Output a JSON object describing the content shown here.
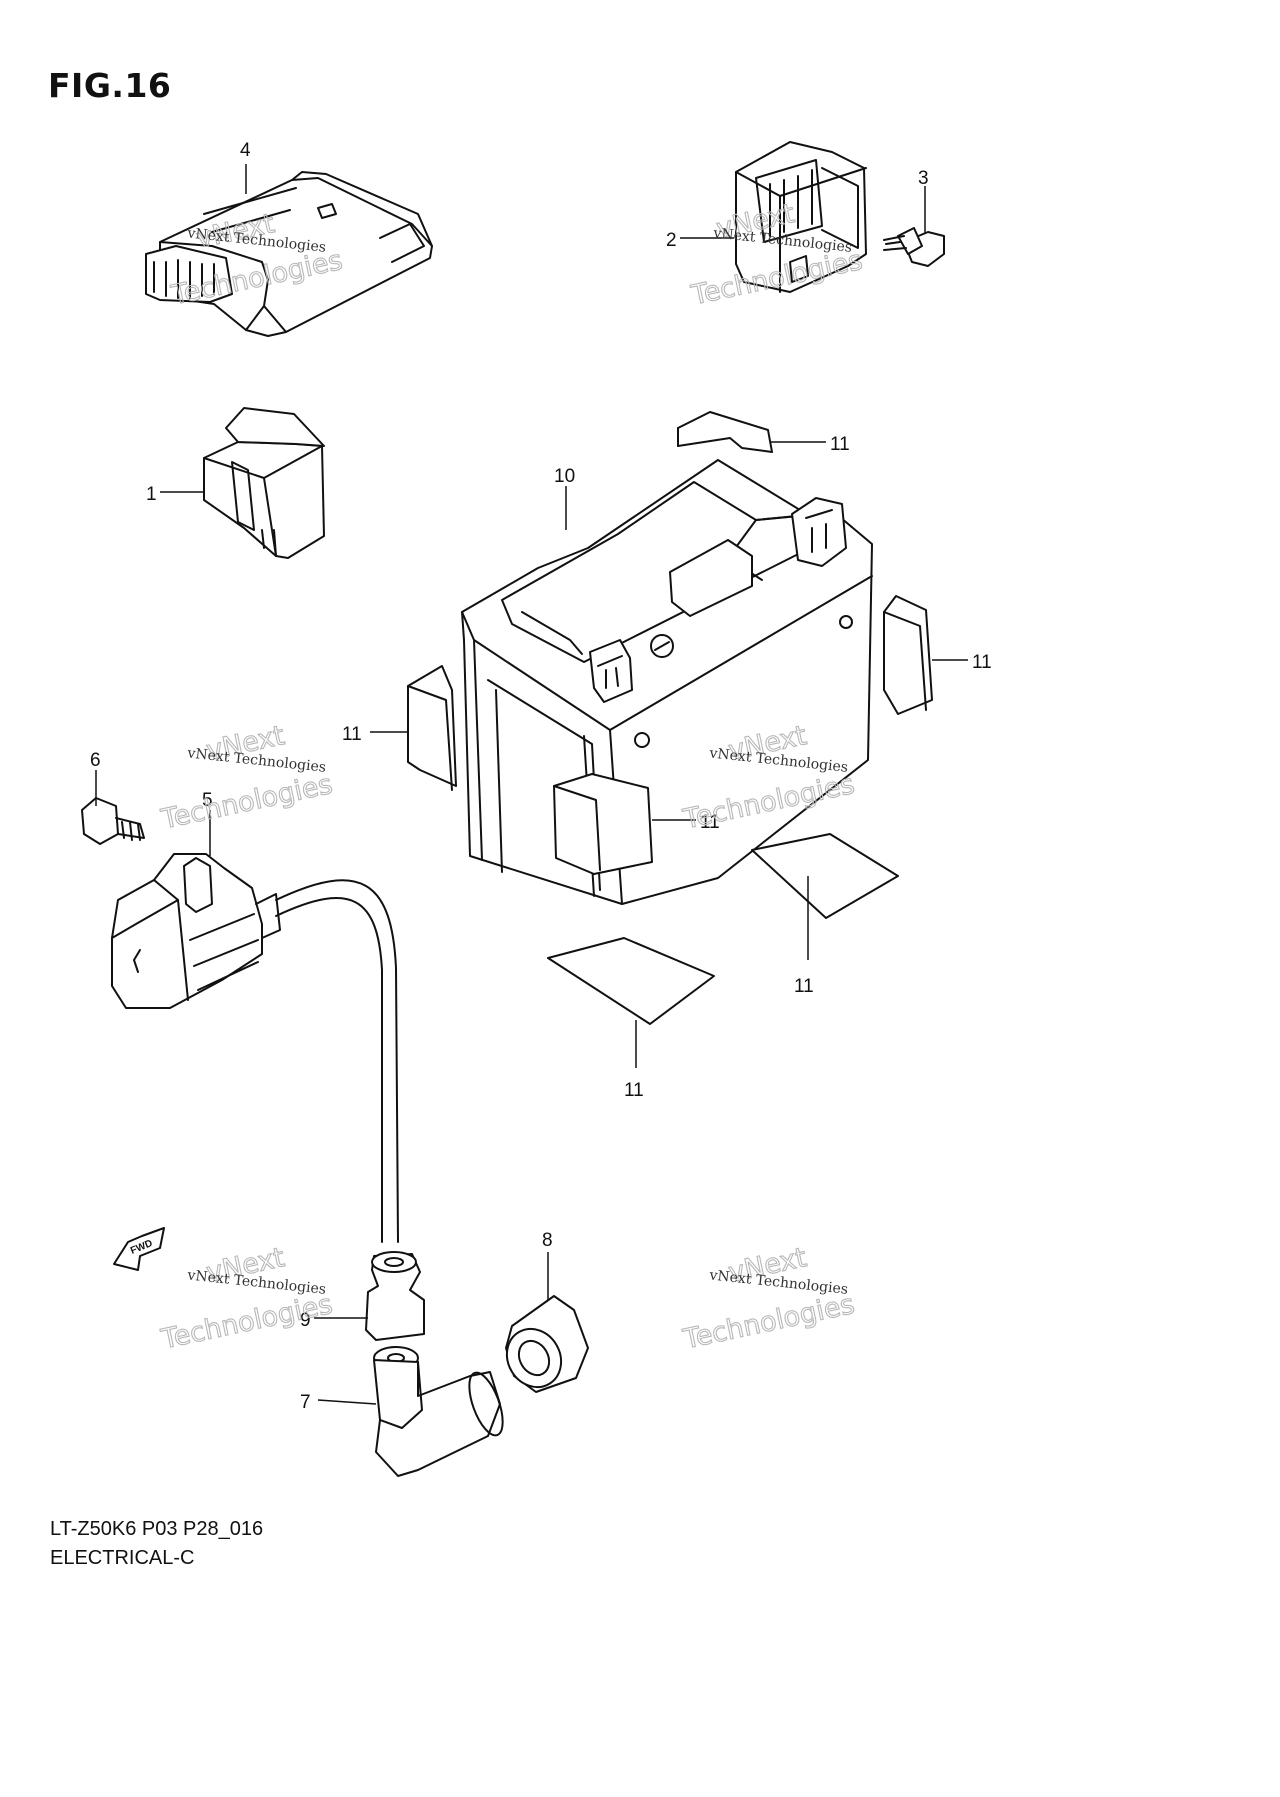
{
  "figure": {
    "title": "FIG.16",
    "model_code": "LT-Z50K6 P03 P28_016",
    "section_name": "ELECTRICAL-C"
  },
  "callouts": {
    "c1": "1",
    "c2": "2",
    "c3": "3",
    "c4": "4",
    "c5": "5",
    "c6": "6",
    "c7": "7",
    "c8": "8",
    "c9": "9",
    "c10": "10",
    "c11a": "11",
    "c11b": "11",
    "c11c": "11",
    "c11d": "11",
    "c11e": "11",
    "c11f": "11"
  },
  "watermark": {
    "brand": "vNext",
    "company": "vNext Technologies",
    "big": "Technologies"
  },
  "direction_badge": "FWD",
  "colors": {
    "ink": "#111111",
    "watermark": "#b8b8b8",
    "background": "#ffffff"
  }
}
